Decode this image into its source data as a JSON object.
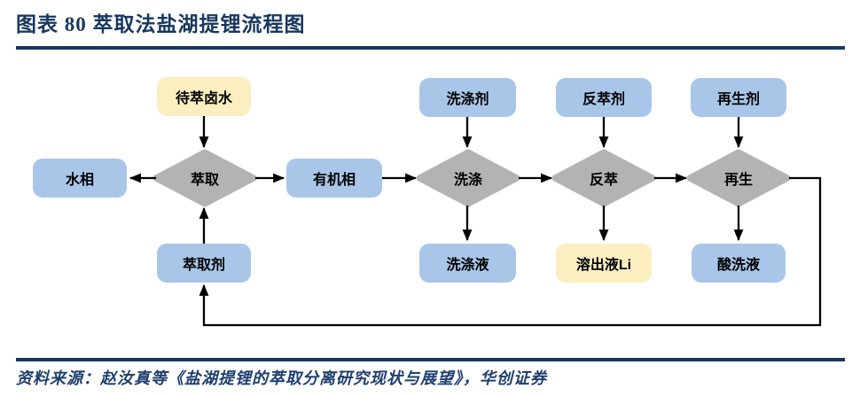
{
  "header": {
    "title": "图表 80 萃取法盐湖提锂流程图"
  },
  "footer": {
    "source": "资料来源：赵汝真等《盐湖提锂的萃取分离研究现状与展望》，华创证券"
  },
  "colors": {
    "accent_navy": "#17375E",
    "node_blue": "#A9C6E8",
    "node_yellow": "#FBEFC1",
    "diamond_gray": "#B3B3B3",
    "arrow_black": "#000000"
  },
  "flowchart": {
    "nodes": {
      "daicui_lushui": {
        "label": "待萃卤水",
        "shape": "box",
        "fill": "yellow"
      },
      "shuixiang": {
        "label": "水相",
        "shape": "box",
        "fill": "blue"
      },
      "cuiqu": {
        "label": "萃取",
        "shape": "diamond",
        "fill": "gray"
      },
      "youjixiang": {
        "label": "有机相",
        "shape": "box",
        "fill": "blue"
      },
      "cuiquji": {
        "label": "萃取剂",
        "shape": "box",
        "fill": "blue"
      },
      "xidiji": {
        "label": "洗涤剂",
        "shape": "box",
        "fill": "blue"
      },
      "xidi": {
        "label": "洗涤",
        "shape": "diamond",
        "fill": "gray"
      },
      "xidiye": {
        "label": "洗涤液",
        "shape": "box",
        "fill": "blue"
      },
      "fancuiji": {
        "label": "反萃剂",
        "shape": "box",
        "fill": "blue"
      },
      "fancui": {
        "label": "反萃",
        "shape": "diamond",
        "fill": "gray"
      },
      "rongchuye_li": {
        "label": "溶出液Li",
        "shape": "box",
        "fill": "yellow"
      },
      "zaishengji": {
        "label": "再生剂",
        "shape": "box",
        "fill": "blue"
      },
      "zaisheng": {
        "label": "再生",
        "shape": "diamond",
        "fill": "gray"
      },
      "suanxiye": {
        "label": "酸洗液",
        "shape": "box",
        "fill": "blue"
      }
    },
    "edges": [
      {
        "from": "待萃卤水",
        "to": "萃取"
      },
      {
        "from": "萃取",
        "to": "水相"
      },
      {
        "from": "萃取",
        "to": "有机相"
      },
      {
        "from": "有机相",
        "to": "洗涤"
      },
      {
        "from": "洗涤剂",
        "to": "洗涤"
      },
      {
        "from": "洗涤",
        "to": "洗涤液"
      },
      {
        "from": "洗涤",
        "to": "反萃"
      },
      {
        "from": "反萃剂",
        "to": "反萃"
      },
      {
        "from": "反萃",
        "to": "溶出液Li"
      },
      {
        "from": "反萃",
        "to": "再生"
      },
      {
        "from": "再生剂",
        "to": "再生"
      },
      {
        "from": "再生",
        "to": "酸洗液"
      },
      {
        "from": "萃取剂",
        "to": "萃取"
      },
      {
        "from": "再生",
        "to": "萃取剂",
        "style": "loop"
      }
    ]
  }
}
